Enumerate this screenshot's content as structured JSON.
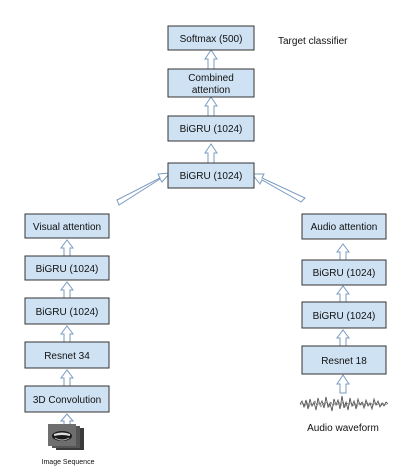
{
  "nodes": {
    "softmax": "Softmax (500)",
    "combined_attention": [
      "Combined",
      "attention"
    ],
    "bigru_top_upper": "BiGRU (1024)",
    "bigru_top_lower": "BiGRU (1024)",
    "visual_attention": "Visual attention",
    "visual_bigru_upper": "BiGRU (1024)",
    "visual_bigru_lower": "BiGRU (1024)",
    "resnet34": "Resnet 34",
    "conv3d": "3D Convolution",
    "audio_attention": "Audio attention",
    "audio_bigru_upper": "BiGRU (1024)",
    "audio_bigru_lower": "BiGRU (1024)",
    "resnet18": "Resnet 18"
  },
  "labels": {
    "target_classifier": "Target classifier",
    "image_sequence": "Image Sequence",
    "audio_waveform": "Audio waveform"
  },
  "colors": {
    "box_fill": "#cfe2f3",
    "box_stroke": "#333333",
    "arrow_stroke": "#7a9bc2"
  },
  "icons": {
    "image_sequence": "mouth-frames-stack",
    "audio_waveform": "waveform"
  }
}
